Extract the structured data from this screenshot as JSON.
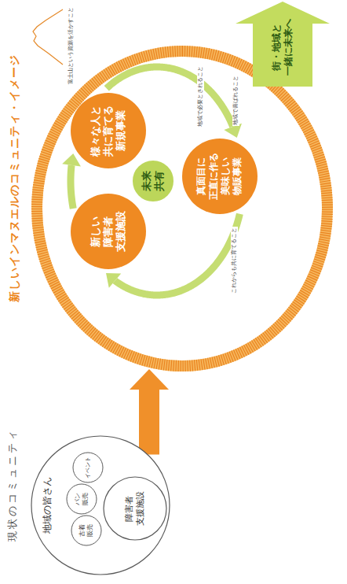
{
  "diagram": {
    "nodes": [
      {
        "text": [
          "現状のコミュニティ",
          "地域の皆さん"
        ]
      },
      {
        "text": [
          "障害者 支援施設"
        ],
        "in": 0
      },
      {
        "text": [
          "古着 販売"
        ],
        "in": 0
      },
      {
        "text": [
          "パン 販売"
        ],
        "in": 0
      },
      {
        "text": [
          "イベント"
        ],
        "in": 0
      },
      {
        "text": [
          "新しいインマヌエルのコミュニティ・イメージ"
        ]
      },
      {
        "text": [
          "新しい 障害者 支援施設"
        ],
        "in": 5
      },
      {
        "text": [
          "様々な人と 共に育てる 新規事業"
        ],
        "in": 5
      },
      {
        "text": [
          "真面目に 正直に作る 美味しい 物販事業"
        ],
        "in": 5
      },
      {
        "text": [
          "未来 共有"
        ],
        "in": 5
      },
      {
        "text": [
          "街・地域と 一緒に未来へ"
        ]
      }
    ],
    "edges": [
      {
        "from": 2,
        "to": 0,
        "arrow": "to"
      },
      {
        "from": 3,
        "to": 0,
        "arrow": "to"
      },
      {
        "from": 4,
        "to": 0,
        "arrow": "to"
      },
      {
        "from": 0,
        "to": 5,
        "arrow": "to"
      },
      {
        "from": 6,
        "to": 7,
        "arrow": "to"
      },
      {
        "from": 7,
        "to": 8,
        "arrow": "to"
      },
      {
        "from": 8,
        "to": 6,
        "arrow": "to"
      }
    ],
    "labels": [
      "富士山という資源を活かすこと",
      "地域で必要とされること",
      "地域で喜ばれること",
      "これからも共に育てること"
    ]
  }
}
